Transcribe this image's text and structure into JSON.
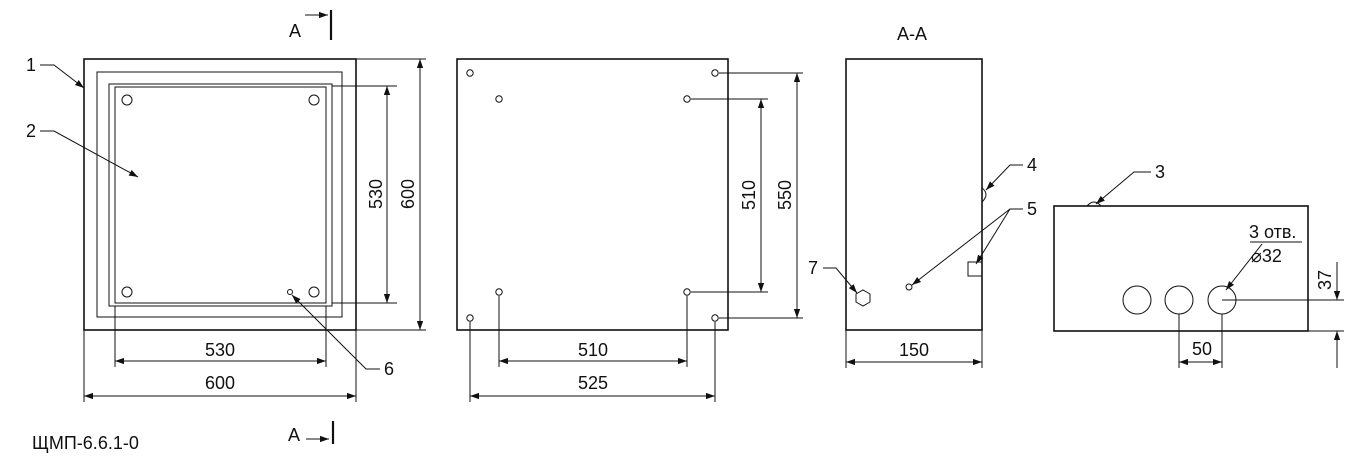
{
  "drawing": {
    "model": "ЩМП-6.6.1-0",
    "section_title": "А-А",
    "section_mark": "А"
  },
  "front_view": {
    "dims": {
      "width_outer": "600",
      "width_inner": "530",
      "height_outer": "600",
      "height_inner": "530"
    },
    "callouts": {
      "frame": "1",
      "panel": "2",
      "screw": "6"
    }
  },
  "back_view": {
    "dims": {
      "width_inner": "510",
      "width_outer": "525",
      "height_inner": "510",
      "height_outer": "550"
    }
  },
  "side_view": {
    "dims": {
      "depth": "150"
    },
    "callouts": {
      "hinge": "4",
      "lock": "5",
      "ground": "7"
    }
  },
  "bottom_view": {
    "holes_note": "3 отв.",
    "hole_diameter": "⌀32",
    "dims": {
      "hole_spacing": "50",
      "hole_offset": "37"
    },
    "callouts": {
      "gland": "3"
    }
  }
}
